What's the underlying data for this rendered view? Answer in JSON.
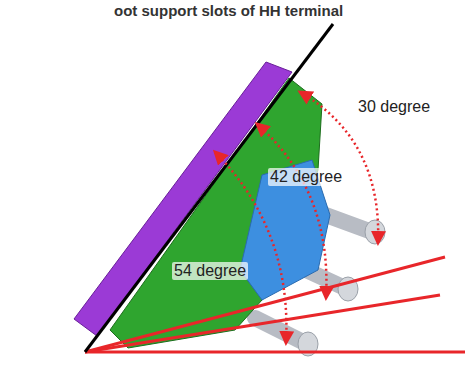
{
  "diagram": {
    "labels": [
      "oot support slots of HH terminal",
      "30 degree",
      "42 degree",
      "54 degree"
    ]
  }
}
